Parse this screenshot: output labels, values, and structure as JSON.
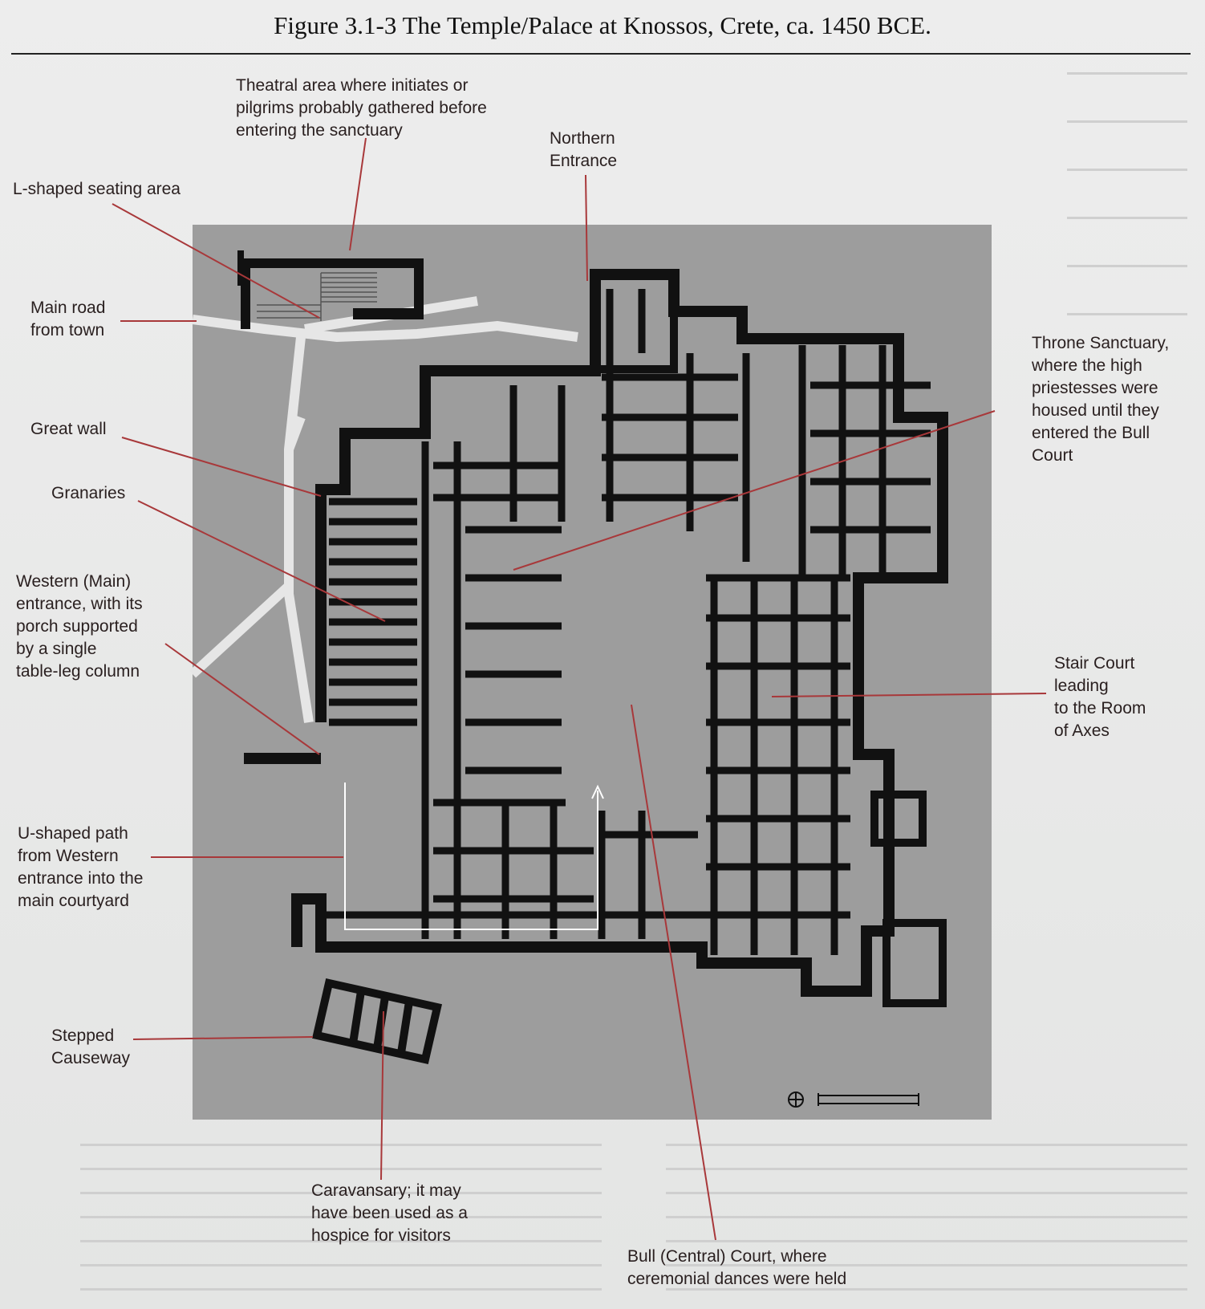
{
  "figure": {
    "title": "Figure 3.1-3  The Temple/Palace at Knossos, Crete, ca. 1450 BCE."
  },
  "colors": {
    "leader": "#a8383a",
    "label_text": "#2a2020",
    "walls": "#111111",
    "plan_background": "#9d9d9d",
    "paths": "#e6e6e6"
  },
  "labels": {
    "theatral": "Theatral area where initiates or\npilgrims probably gathered before\nentering the sanctuary",
    "northern": "Northern\nEntrance",
    "lshaped": "L-shaped seating area",
    "mainroad": "Main road\nfrom town",
    "greatwall": "Great wall",
    "granaries": "Granaries",
    "western": "Western (Main)\nentrance, with its\nporch supported\nby a single\ntable-leg column",
    "ushaped": "U-shaped path\nfrom Western\nentrance into the\nmain courtyard",
    "stepped": "Stepped\nCauseway",
    "caravansary": "Caravansary; it may\nhave been used as a\nhospice for visitors",
    "bull": "Bull (Central) Court, where\nceremonial dances were held",
    "throne": "Throne Sanctuary,\nwhere the high\npriestesses were\nhoused until they\nentered the Bull\nCourt",
    "stair": "Stair Court\nleading\nto the Room\nof Axes"
  }
}
